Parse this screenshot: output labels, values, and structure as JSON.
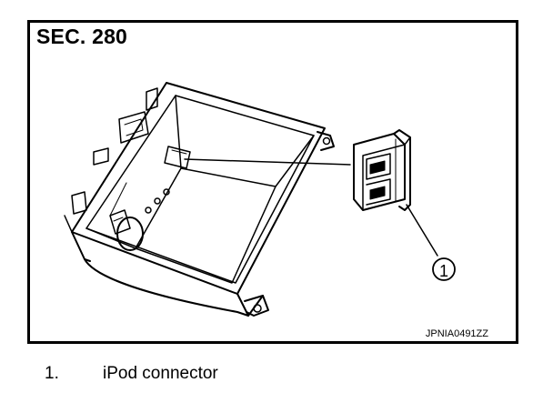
{
  "section_label": "SEC. 280",
  "figure_code": "JPNIA0491ZZ",
  "callout_number": "1",
  "legend": [
    {
      "number": "1.",
      "text": "iPod connector"
    }
  ]
}
